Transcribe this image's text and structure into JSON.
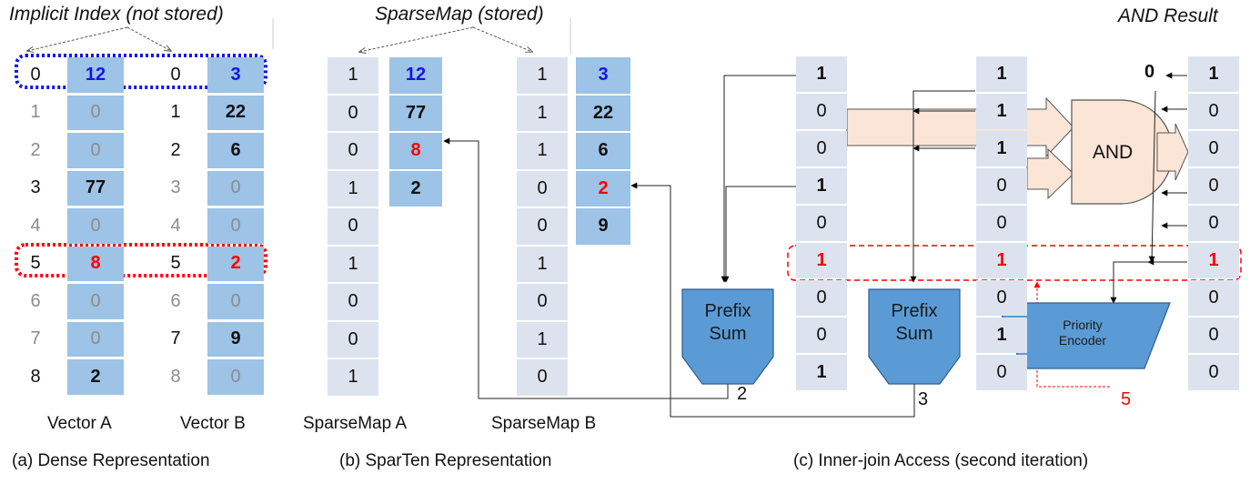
{
  "colors": {
    "light_cell": "#dde3ee",
    "value_cell": "#9dc3e6",
    "prefix_fill": "#5b9bd5",
    "and_fill": "#fbe5d6",
    "highlight_blue": "#1414e6",
    "highlight_red": "#ff0000",
    "grey_text": "#8c8c8c"
  },
  "header": {
    "implicit_index": "Implicit Index (not stored)",
    "sparsemap_stored": "SparseMap (stored)",
    "and_result": "AND Result"
  },
  "panel_a": {
    "caption": "(a) Dense Representation",
    "label_a": "Vector A",
    "label_b": "Vector B",
    "vector_a": [
      {
        "idx": "0",
        "val": "12",
        "style": "blue"
      },
      {
        "idx": "1",
        "val": "0",
        "style": "grey"
      },
      {
        "idx": "2",
        "val": "0",
        "style": "grey"
      },
      {
        "idx": "3",
        "val": "77",
        "style": "bold"
      },
      {
        "idx": "4",
        "val": "0",
        "style": "grey"
      },
      {
        "idx": "5",
        "val": "8",
        "style": "red"
      },
      {
        "idx": "6",
        "val": "0",
        "style": "grey"
      },
      {
        "idx": "7",
        "val": "0",
        "style": "grey"
      },
      {
        "idx": "8",
        "val": "2",
        "style": "bold"
      }
    ],
    "vector_b": [
      {
        "idx": "0",
        "val": "3",
        "style": "blue"
      },
      {
        "idx": "1",
        "val": "22",
        "style": "bold"
      },
      {
        "idx": "2",
        "val": "6",
        "style": "bold"
      },
      {
        "idx": "3",
        "val": "0",
        "style": "grey"
      },
      {
        "idx": "4",
        "val": "0",
        "style": "grey"
      },
      {
        "idx": "5",
        "val": "2",
        "style": "red"
      },
      {
        "idx": "6",
        "val": "0",
        "style": "grey"
      },
      {
        "idx": "7",
        "val": "9",
        "style": "bold"
      },
      {
        "idx": "8",
        "val": "0",
        "style": "grey"
      }
    ]
  },
  "panel_b": {
    "caption": "(b) SparTen Representation",
    "label_a": "SparseMap A",
    "label_b": "SparseMap B",
    "map_a": [
      "1",
      "0",
      "0",
      "1",
      "0",
      "1",
      "0",
      "0",
      "1"
    ],
    "values_a": [
      {
        "val": "12",
        "style": "blue"
      },
      {
        "val": "77",
        "style": "bold"
      },
      {
        "val": "8",
        "style": "red"
      },
      {
        "val": "2",
        "style": "bold"
      }
    ],
    "map_b": [
      "1",
      "1",
      "1",
      "0",
      "0",
      "1",
      "0",
      "1",
      "0"
    ],
    "values_b": [
      {
        "val": "3",
        "style": "blue"
      },
      {
        "val": "22",
        "style": "bold"
      },
      {
        "val": "6",
        "style": "bold"
      },
      {
        "val": "2",
        "style": "red"
      },
      {
        "val": "9",
        "style": "bold"
      }
    ]
  },
  "panel_c": {
    "caption": "(c) Inner-join Access (second iteration)",
    "map_a": [
      {
        "val": "1",
        "style": "bold"
      },
      {
        "val": "0",
        "style": "plain"
      },
      {
        "val": "0",
        "style": "plain"
      },
      {
        "val": "1",
        "style": "bold"
      },
      {
        "val": "0",
        "style": "plain"
      },
      {
        "val": "1",
        "style": "red"
      },
      {
        "val": "0",
        "style": "plain"
      },
      {
        "val": "0",
        "style": "plain"
      },
      {
        "val": "1",
        "style": "bold"
      }
    ],
    "map_b": [
      {
        "val": "1",
        "style": "bold"
      },
      {
        "val": "1",
        "style": "bold"
      },
      {
        "val": "1",
        "style": "bold"
      },
      {
        "val": "0",
        "style": "plain"
      },
      {
        "val": "0",
        "style": "plain"
      },
      {
        "val": "1",
        "style": "red"
      },
      {
        "val": "0",
        "style": "plain"
      },
      {
        "val": "1",
        "style": "bold"
      },
      {
        "val": "0",
        "style": "plain"
      }
    ],
    "and_result": [
      {
        "val": "1",
        "style": "bold"
      },
      {
        "val": "0",
        "style": "plain"
      },
      {
        "val": "0",
        "style": "plain"
      },
      {
        "val": "0",
        "style": "plain"
      },
      {
        "val": "0",
        "style": "plain"
      },
      {
        "val": "1",
        "style": "red"
      },
      {
        "val": "0",
        "style": "plain"
      },
      {
        "val": "0",
        "style": "plain"
      },
      {
        "val": "0",
        "style": "plain"
      }
    ],
    "and_gate_label": "AND",
    "zero_label": "0",
    "prefix_sum_1": "Prefix\nSum",
    "prefix_sum_2": "Prefix\nSum",
    "prefix_out_1": "2",
    "prefix_out_2": "3",
    "priority_encoder": "Priority\nEncoder",
    "priority_out": "5"
  }
}
